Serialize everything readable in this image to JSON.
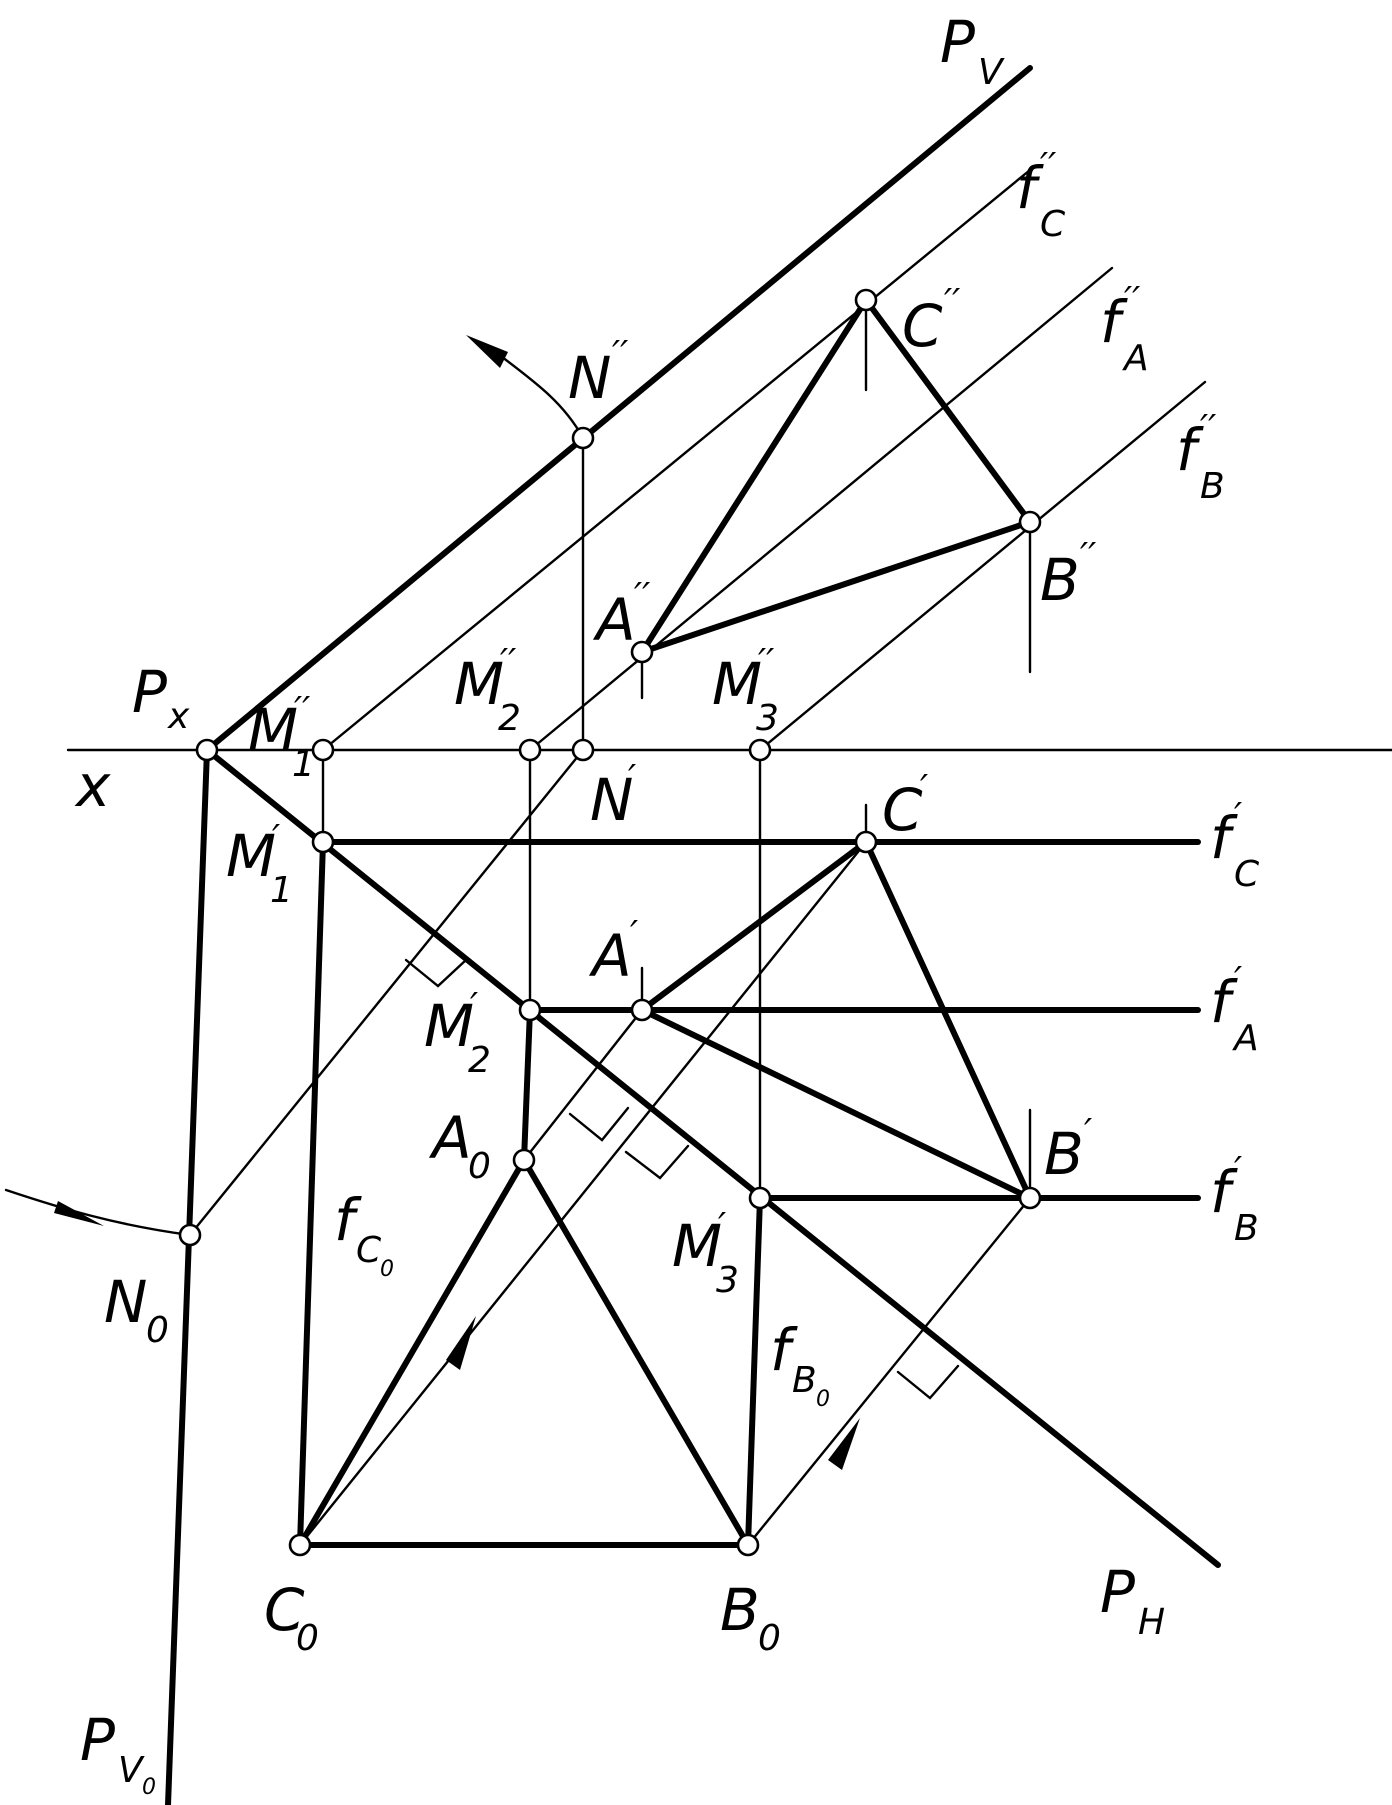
{
  "labels": {
    "pv": "P",
    "pv_sub": "V",
    "px": "P",
    "px_sub": "x",
    "ph": "P",
    "ph_sub": "H",
    "pv0": "P",
    "pv0_sub": "V",
    "pv0_subsub": "0",
    "x_axis": "x",
    "fc2": "f",
    "fc2_sup": "′′",
    "fc2_sub": "C",
    "fa2": "f",
    "fa2_sup": "′′",
    "fa2_sub": "A",
    "fb2": "f",
    "fb2_sup": "′′",
    "fb2_sub": "B",
    "fc1": "f",
    "fc1_sup": "′",
    "fc1_sub": "C",
    "fa1": "f",
    "fa1_sup": "′",
    "fa1_sub": "A",
    "fb1": "f",
    "fb1_sup": "′",
    "fb1_sub": "B",
    "fc0": "f",
    "fc0_sub": "C",
    "fc0_subsub": "0",
    "fb0": "f",
    "fb0_sub": "B",
    "fb0_subsub": "0",
    "c2": "C",
    "c2_sup": "′′",
    "a2": "A",
    "a2_sup": "′′",
    "b2": "B",
    "b2_sup": "′′",
    "n2": "N",
    "n2_sup": "′′",
    "m1_2": "M",
    "m1_2_sub": "1",
    "m1_2_sup": "′′",
    "m2_2": "M",
    "m2_2_sub": "2",
    "m2_2_sup": "′′",
    "m3_2": "M",
    "m3_2_sub": "3",
    "m3_2_sup": "′′",
    "n1": "N",
    "n1_sup": "′",
    "c1": "C",
    "c1_sup": "′",
    "a1": "A",
    "a1_sup": "′",
    "b1": "B",
    "b1_sup": "′",
    "m1_1": "M",
    "m1_1_sub": "1",
    "m1_1_sup": "′",
    "m2_1": "M",
    "m2_1_sub": "2",
    "m2_1_sup": "′",
    "m3_1": "M",
    "m3_1_sub": "3",
    "m3_1_sup": "′",
    "a0": "A",
    "a0_sub": "0",
    "b0": "B",
    "b0_sub": "0",
    "c0": "C",
    "c0_sub": "0",
    "n0": "N",
    "n0_sub": "0"
  }
}
